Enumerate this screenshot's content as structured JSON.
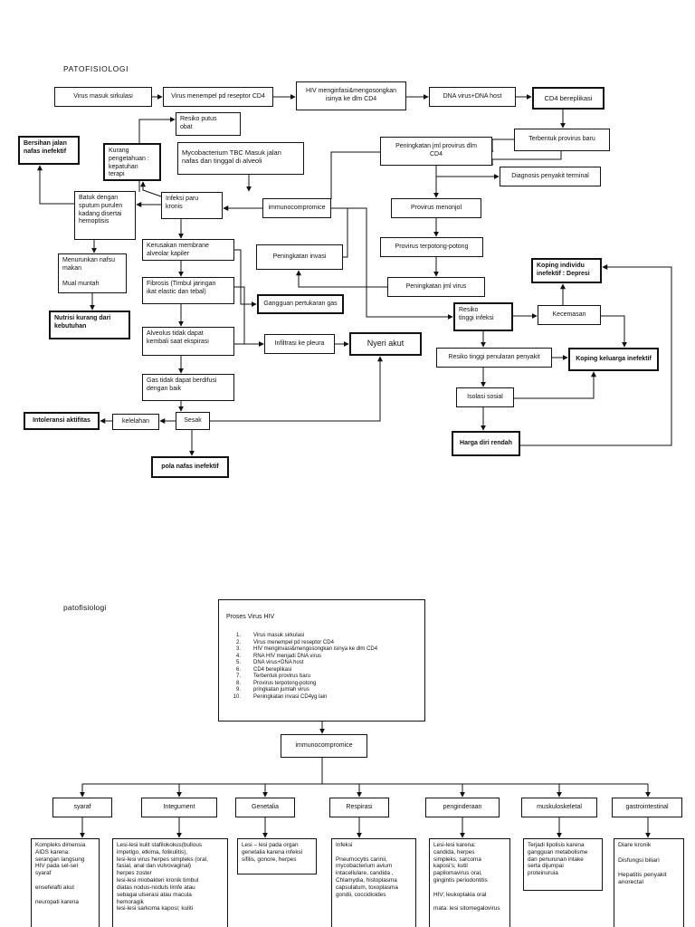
{
  "section1": {
    "heading": "PATOFISIOLOGI",
    "nodes": {
      "virus_masuk": "Virus masuk sirkulasi",
      "virus_menempel": "Virus menempel pd reseptor CD4",
      "hiv_menginfasi": "HIV menginfasi&mengosongkan\nisinya ke dlm CD4",
      "dna_virus": "DNA virus+DNA host",
      "cd4_bereplikasi": "CD4 bereplikasi",
      "terbentuk_provirus": "Terbentuk provirus baru",
      "peningkatan_provirus": "Peningkatan jml provirus dlm\nCD4",
      "diagnosis": "Diagnosis penyakit terminal",
      "provirus_menonjol": "Provirus menonjol",
      "provirus_terpotong": "Provirus terpotong-potong",
      "peningkatan_virus": "Peningkatan jml virus",
      "immunocompromice": "immunocompromice",
      "peningkatan_invasi": "Peningkatan invasi",
      "resiko_putus_obat": "Resiko putus\nobat",
      "mycobacterium": "Mycobacterium TBC Masuk jalan\nnafas dan tinggal di alveoli",
      "kurang_pengetahuan": "Kurang\npengetahuan :\nkepatuhan terapi",
      "bersihan_jalan": "Bersihan jalan\nnafas inefektif",
      "infeksi_paru": "Infeksi paru\nkronis",
      "batuk": "Batuk dengan\nsputum purulen\nkadang disertai\nhemoptisis",
      "menurunkan_nafsu": "Menurunkan nafsu\nmakan\n\nMual muntah",
      "nutrisi": "Nutrisi kurang dari\nkebutuhan",
      "kerusakan_membrane": "Kerusakan membrane\nalveolar kapiler",
      "fibrosis": "Fibrosis (Timbul jaringan\nikat elastic dan tebal)",
      "gangguan_pertukaran": "Gangguan pertukaran gas",
      "alveolus": "Alveolus tidak dapat\nkembali saat ekspirasi",
      "infiltrasi": "Infiltrasi ke pleura",
      "nyeri_akut": "Nyeri akut",
      "gas_tidak": "Gas tidak dapat berdifusi\ndengan baik",
      "intoleransi": "Intoleransi aktifitas",
      "kelelahan": "kelelahan",
      "sesak": "Sesak",
      "pola_nafas": "pola nafas inefektif",
      "resiko_tinggi_infeksi": "Resiko\ntinggi infeksi",
      "kecemasan": "Kecemasan",
      "koping_individu": "Koping individu\ninefektif : Depresi",
      "resiko_penularan": "Resiko tinggi penularan penyakit",
      "koping_keluarga": "Koping keluarga inefektif",
      "isolasi_sosial": "Isolasi sosial",
      "harga_diri": "Harga diri rendah"
    }
  },
  "section2": {
    "heading": "patofisiologi",
    "proses_title": "Proses Virus HIV",
    "proses_items": [
      "Virus masuk sirkulasi",
      "Virus menempel pd reseptor CD4",
      "HIV menginvasi&mengosongkan isinya ke dlm CD4",
      "RNA HIV menjadi DNA virus",
      "DNA virus+DNA host",
      "CD4 bereplikasi",
      "Terbentuk provirus baru",
      "Provirus terpotong-potong",
      "pringkatan jumlah virus",
      "Peningkatan invasi CD4yg lain"
    ],
    "immunocompromice": "immunocompromice",
    "categories": [
      "syaraf",
      "Integument",
      "Genetalia",
      "Respirasi",
      "penginderaan",
      "muskuloskeletal",
      "gastrointestinal"
    ],
    "details": {
      "syaraf": "Kompleks dimensia\nAIDS karena:\nserangan langsung\nHIV pada sel-sel\nsyaraf\n\nensefelafti akut\n\nneuropati karena",
      "integument": "Lesi-lesi kulit stafilokokus(bullous\nimpetigo, etkima, folikulitis),\n lesi-lesi virus herpes simpleks (oral,\nfasial, anal dan vulvovaginal)\nherpes zoster\nlesi-lesi miobakteri kronik timbul\ndiatas nodus-noduls limfe atau\nsebagai ulserasi atau macula\nhemoragik\nlesi-lesi sarkoma kaposi; kuliti",
      "genetalia": "Lesi – lesi pada organ\ngenetalia karena infeksi\nsifilis, gonore, herpes",
      "respirasi": "Infeksi\n\nPneumocytis carinii,\nmycobacterium avium\nintacellulare, candida ,\nChlamydia, histoplasma\ncapsulatum, toxoplasma\ngondii, coccidioides",
      "penginderaan": "Lesi-lesi karena:\ncandida, herpes\nsimpleks, sarcoma\nkaposi's; kutil\npapilomavirus oral,\ngingintis periodontitis\n\nHIV; leukoplakia oral\n\nmata: lesi sitomegalovirus",
      "muskuloskeletal": "Terjadi lipolisis karena\ngangguan metabolisme\ndan  penurunan intake\nserta dijumpai\nproteinuruia",
      "gastrointestinal": "Diare kronik\n\nDisfungsi biliari\n\nHepatitis penyakit\nanorectal"
    }
  }
}
